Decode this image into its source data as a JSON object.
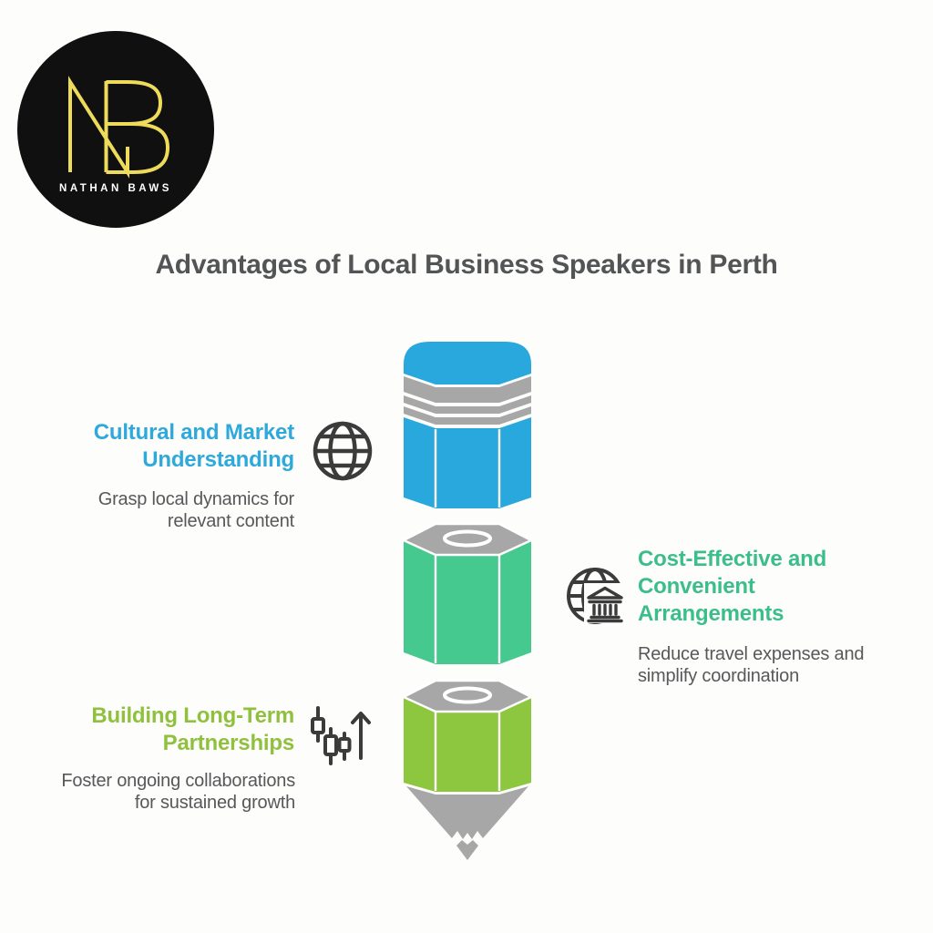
{
  "logo": {
    "monogram": "NB",
    "name": "NATHAN BAWS",
    "bg_color": "#101010",
    "monogram_color": "#efdb5a",
    "name_color": "#ffffff"
  },
  "title": {
    "text": "Advantages of Local Business Speakers in Perth",
    "color": "#525456"
  },
  "pencil": {
    "description": "three-segment pencil graphic with eraser top and sharpened tip",
    "segment_colors": [
      "#29a8dd",
      "#46c98e",
      "#8dc63f"
    ],
    "hardware_color": "#a7a7a7"
  },
  "sections": [
    {
      "heading": "Cultural and Market Understanding",
      "body": "Grasp local dynamics for relevant content",
      "accent_color": "#2ea9dc",
      "icon": "globe-icon",
      "side": "left"
    },
    {
      "heading": "Cost-Effective and Convenient Arrangements",
      "body": "Reduce travel expenses and simplify coordination",
      "accent_color": "#3bbe8a",
      "icon": "globe-bank-icon",
      "side": "right"
    },
    {
      "heading": "Building Long-Term Partnerships",
      "body": "Foster ongoing collaborations for sustained growth",
      "accent_color": "#90c13e",
      "icon": "candlestick-chart-icon",
      "side": "left"
    }
  ]
}
